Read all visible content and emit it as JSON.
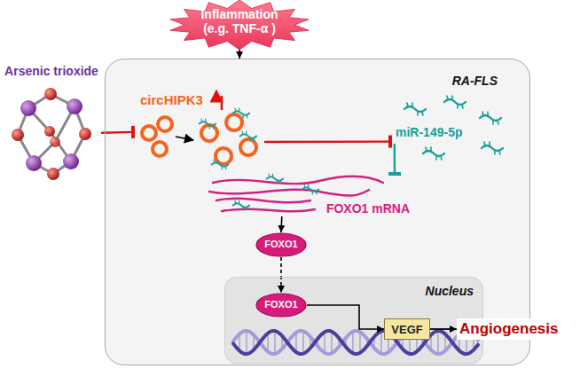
{
  "diagram": {
    "nodes": [
      {
        "text": [
          "Inflammation (e.g. TNF-α )"
        ]
      },
      {
        "text": [
          "Arsenic trioxide"
        ]
      },
      {
        "text": [
          "RA-FLS"
        ]
      },
      {
        "text": [
          "circHIPK3"
        ],
        "in": 2
      },
      {
        "text": [
          "miR-149-5p"
        ],
        "in": 2
      },
      {
        "text": [
          "FOXO1 mRNA"
        ],
        "in": 2
      },
      {
        "text": [
          "FOXO1"
        ],
        "in": 2
      },
      {
        "text": [
          "Nucleus"
        ],
        "in": 2
      },
      {
        "text": [
          "FOXO1"
        ],
        "in": 7
      },
      {
        "text": [
          "VEGF"
        ],
        "in": 7
      },
      {
        "text": [
          "Angiogenesis"
        ]
      }
    ],
    "edges": [
      {
        "from": 0,
        "to": 2,
        "arrow": "to"
      },
      {
        "from": 1,
        "to": 3,
        "arrow": "to"
      },
      {
        "from": 3,
        "to": 4,
        "arrow": "to"
      },
      {
        "from": 4,
        "to": 5,
        "arrow": "to"
      },
      {
        "from": 5,
        "to": 6,
        "arrow": "to"
      },
      {
        "from": 6,
        "to": 8,
        "arrow": "to"
      },
      {
        "from": 8,
        "to": 9,
        "arrow": "to"
      },
      {
        "from": 9,
        "to": 10,
        "arrow": "to"
      }
    ]
  }
}
